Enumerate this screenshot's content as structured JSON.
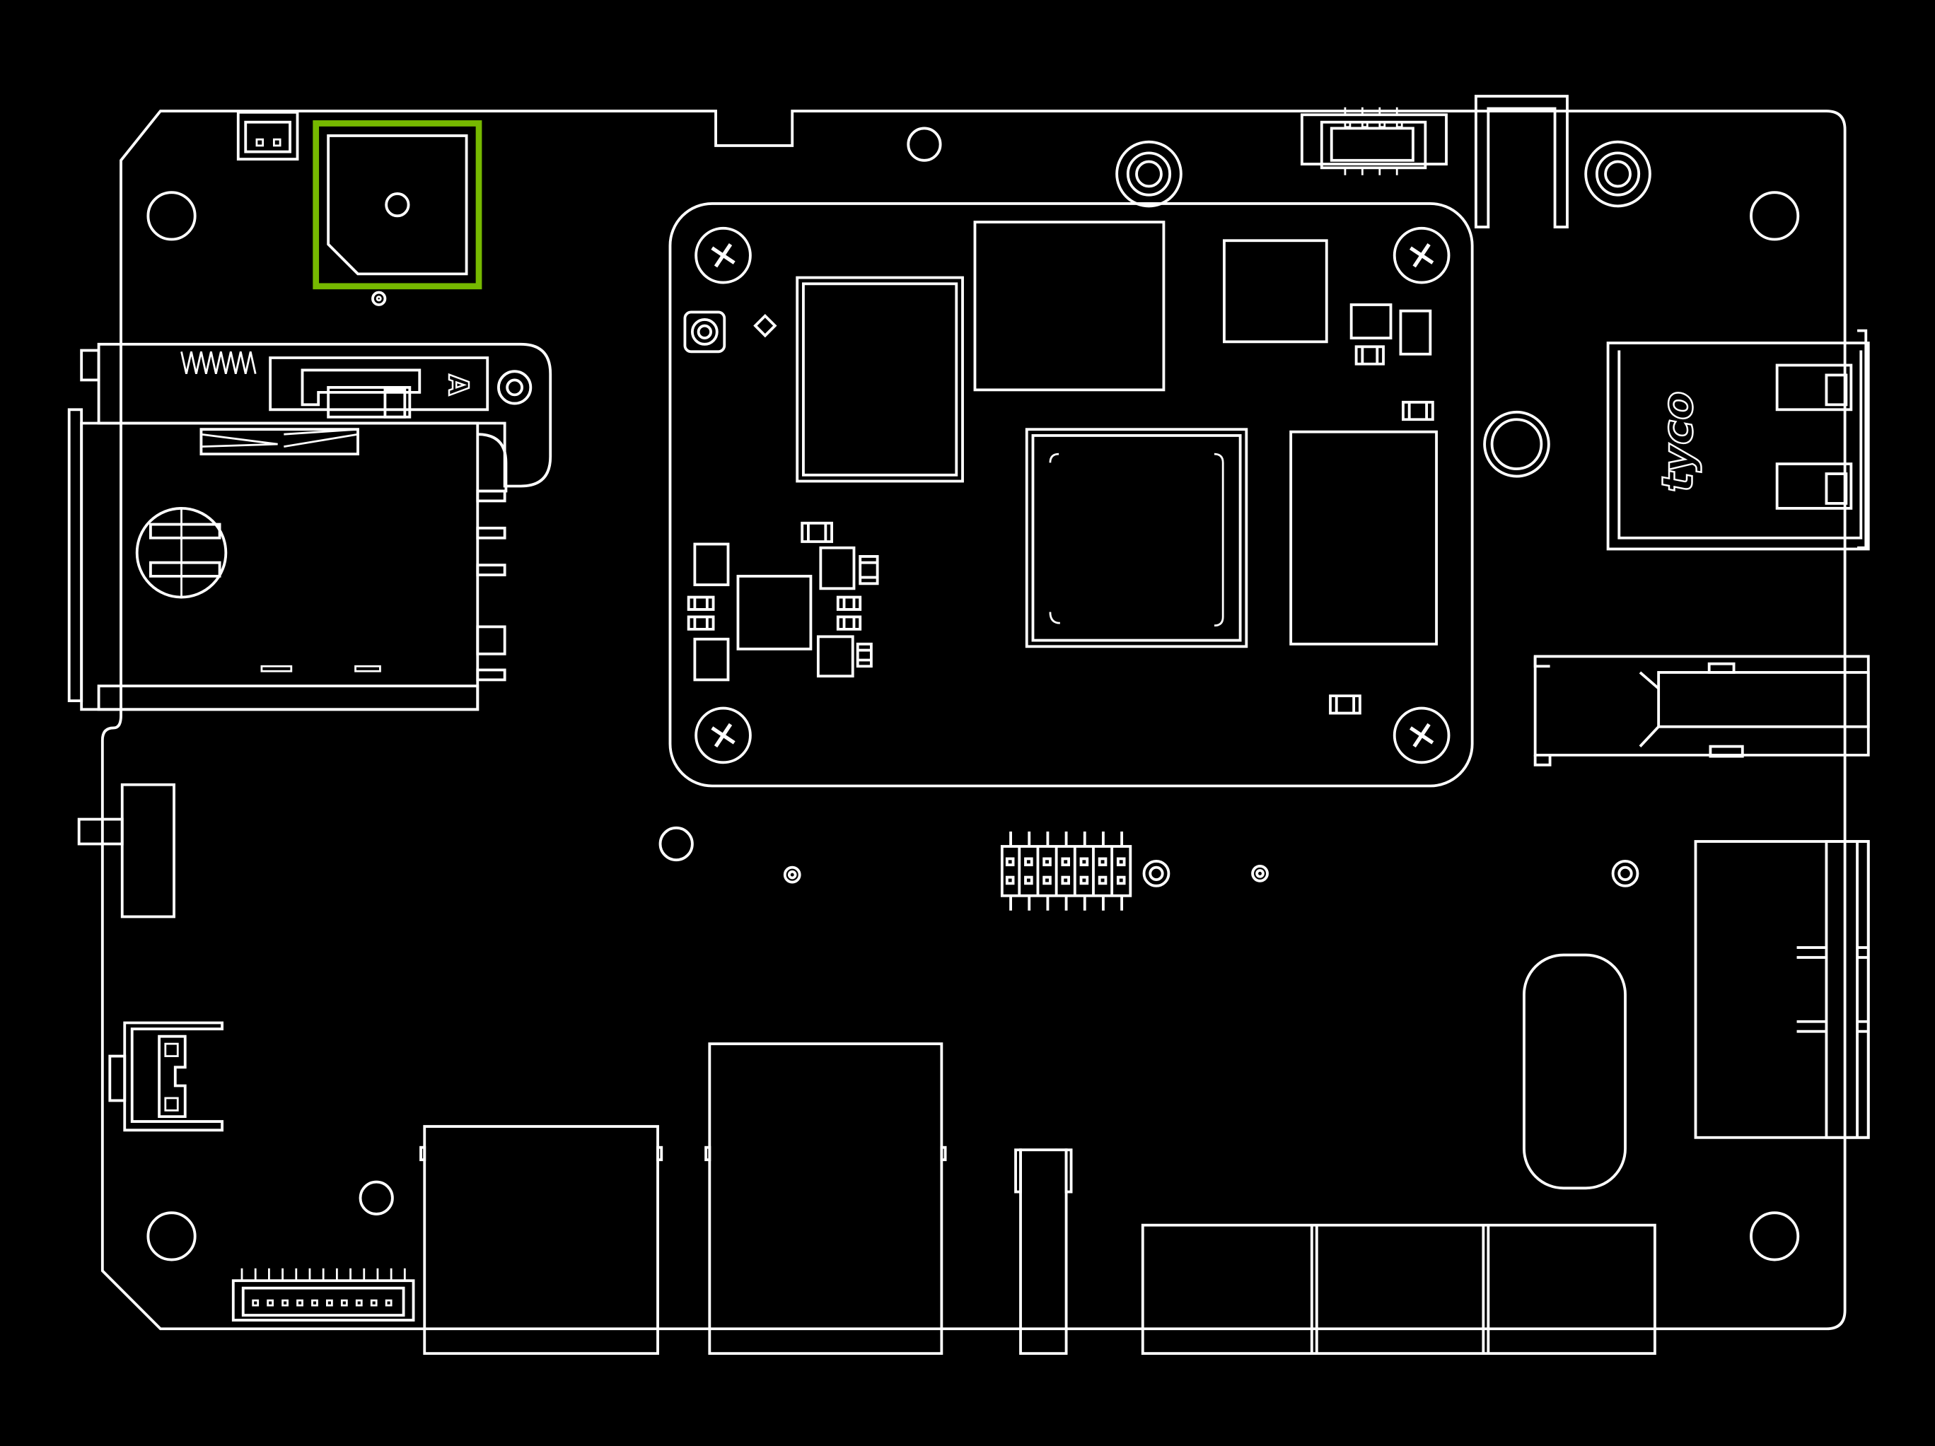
{
  "diagram": {
    "background": "#000000",
    "line_color": "#ffffff",
    "highlight_color": "#76b900",
    "highlighted_component": "buzzer",
    "labels": {
      "sd_slot_marker": "A",
      "ethernet_brand": "tyco"
    }
  }
}
